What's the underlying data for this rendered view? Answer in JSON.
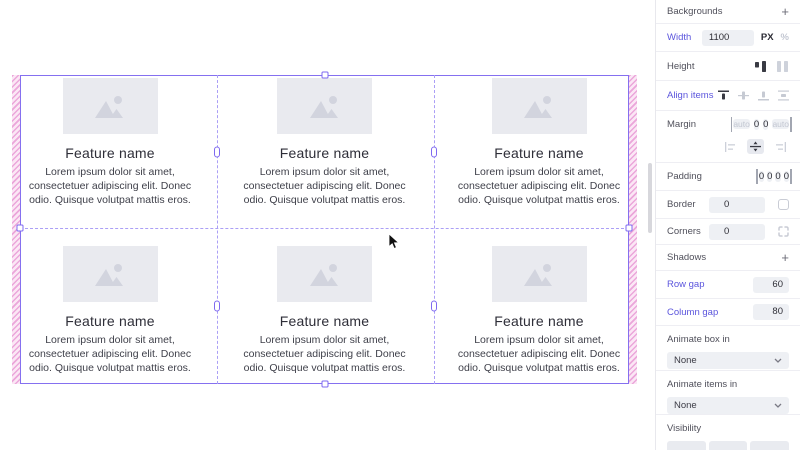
{
  "colors": {
    "selection_purple": "#8570f0",
    "dashed_purple": "#ab9ff6",
    "hatch_pink": "#eba6da",
    "sidebar_label_purple": "#5b55dd"
  },
  "canvas": {
    "cards": [
      {
        "title": "Feature name",
        "body": "Lorem ipsum dolor sit amet, consectetuer adipiscing elit. Donec odio. Quisque volutpat mattis eros."
      },
      {
        "title": "Feature name",
        "body": "Lorem ipsum dolor sit amet, consectetuer adipiscing elit. Donec odio. Quisque volutpat mattis eros."
      },
      {
        "title": "Feature name",
        "body": "Lorem ipsum dolor sit amet, consectetuer adipiscing elit. Donec odio. Quisque volutpat mattis eros."
      },
      {
        "title": "Feature name",
        "body": "Lorem ipsum dolor sit amet, consectetuer adipiscing elit. Donec odio. Quisque volutpat mattis eros."
      },
      {
        "title": "Feature name",
        "body": "Lorem ipsum dolor sit amet, consectetuer adipiscing elit. Donec odio. Quisque volutpat mattis eros."
      },
      {
        "title": "Feature name",
        "body": "Lorem ipsum dolor sit amet, consectetuer adipiscing elit. Donec odio. Quisque volutpat mattis eros."
      }
    ]
  },
  "sidebar": {
    "backgrounds": {
      "label": "Backgrounds",
      "add": "+"
    },
    "width": {
      "label": "Width",
      "value": "1100",
      "unit_px": "PX",
      "unit_percent": "%"
    },
    "height": {
      "label": "Height"
    },
    "align_items": {
      "label": "Align items"
    },
    "margin": {
      "label": "Margin",
      "values": [
        "auto",
        "0",
        "0",
        "auto"
      ]
    },
    "padding": {
      "label": "Padding",
      "values": [
        "0",
        "0",
        "0",
        "0"
      ]
    },
    "border": {
      "label": "Border",
      "value": "0"
    },
    "corners": {
      "label": "Corners",
      "value": "0"
    },
    "shadows": {
      "label": "Shadows",
      "add": "+"
    },
    "row_gap": {
      "label": "Row gap",
      "value": "60"
    },
    "column_gap": {
      "label": "Column gap",
      "value": "80"
    },
    "animate_box_in": {
      "label": "Animate box in",
      "value": "None"
    },
    "animate_items_in": {
      "label": "Animate items in",
      "value": "None"
    },
    "visibility": {
      "label": "Visibility"
    }
  }
}
